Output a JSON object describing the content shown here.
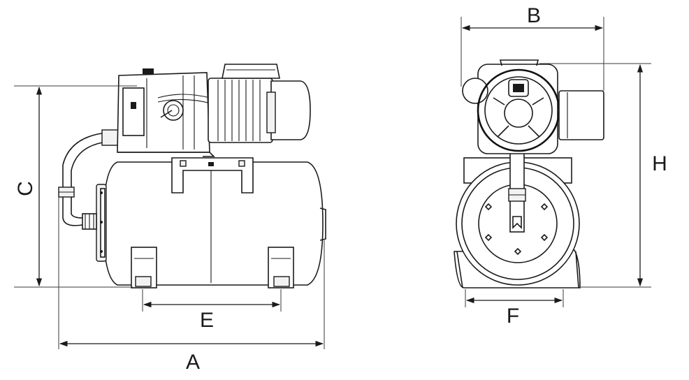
{
  "labels": {
    "A": "A",
    "B": "B",
    "C": "C",
    "E": "E",
    "F": "F",
    "H": "H"
  },
  "colors": {
    "line": "#1a1a1a",
    "background": "#ffffff"
  }
}
